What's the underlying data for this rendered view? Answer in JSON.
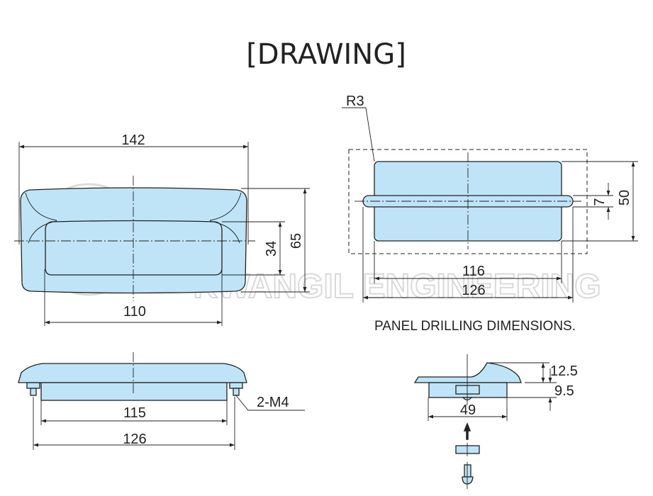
{
  "title": "[DRAWING]",
  "watermark": "KWANGIL ENGINEERING",
  "top_view": {
    "width_overall": "142",
    "recess_width": "110",
    "recess_height": "34",
    "height_overall": "65"
  },
  "panel_drilling": {
    "radius": "R3",
    "slot_length": "116",
    "overall_length": "126",
    "height": "50",
    "slot_width": "7",
    "caption": "PANEL DRILLING DIMENSIONS."
  },
  "side_view": {
    "body_length": "115",
    "screw_pitch": "126",
    "screw_label": "2-M4"
  },
  "section_view": {
    "handle_height": "12.5",
    "depth": "9.5",
    "body_width": "49"
  },
  "colors": {
    "part_fill": "#bfe4f7",
    "line": "#222222"
  }
}
